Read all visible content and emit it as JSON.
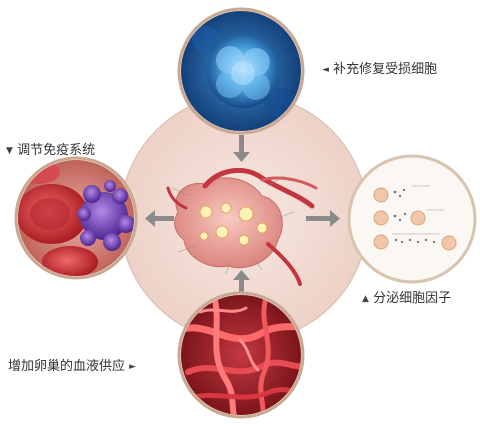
{
  "labels": {
    "repair_damaged_cells": "补充修复受损细胞",
    "regulate_immune_system": "调节免疫系统",
    "secrete_cytokines": "分泌细胞因子",
    "increase_ovary_blood_supply": "增加卵巢的血液供应"
  },
  "markers": {
    "left": "◄",
    "down": "▼",
    "up": "▲",
    "right": "►"
  },
  "colors": {
    "center_disc": "#efd8cf",
    "ring_border": "#c9a892",
    "arrow": "#8a8a8a",
    "stem_cell": "#2f86c9",
    "red_cell": "#c8323a",
    "immune_cell": "#7a4ab8",
    "vessels": "#b81f2c",
    "ovary": "#e9a0a0"
  }
}
